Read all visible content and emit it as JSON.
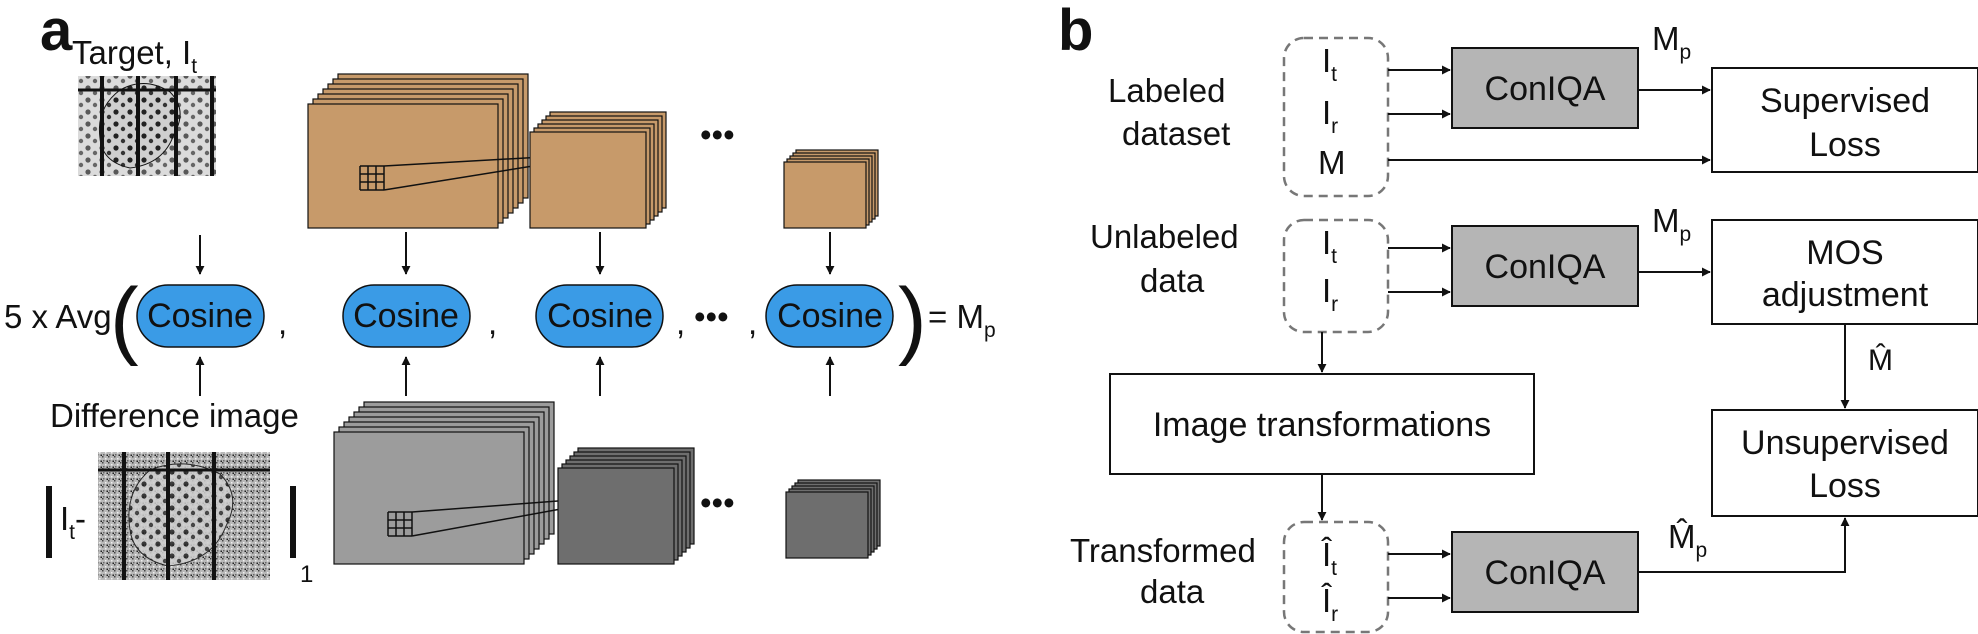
{
  "panel_a": {
    "letter": "a",
    "target_label": "Target, I",
    "target_sub": "t",
    "difference_label": "Difference image",
    "norm_left": "I",
    "norm_left_sub": "t",
    "norm_left_dash": "-",
    "norm_sub": "1",
    "avg_prefix": "5 x Avg",
    "cosine_label": "Cosine",
    "comma": ",",
    "ellipsis": "•••",
    "result_eq": "= M",
    "result_sub": "p"
  },
  "panel_b": {
    "letter": "b",
    "labeled_line1": "Labeled",
    "labeled_line2": "dataset",
    "unlabeled_line1": "Unlabeled",
    "unlabeled_line2": "data",
    "transformed_line1": "Transformed",
    "transformed_line2": "data",
    "inputs_labeled": [
      {
        "main": "I",
        "sub": "t"
      },
      {
        "main": "I",
        "sub": "r"
      },
      {
        "main": "M",
        "sub": ""
      }
    ],
    "inputs_unlabeled": [
      {
        "main": "I",
        "sub": "t"
      },
      {
        "main": "I",
        "sub": "r"
      }
    ],
    "inputs_transformed": [
      {
        "main": "Î",
        "sub": "t"
      },
      {
        "main": "Î",
        "sub": "r"
      }
    ],
    "conIQA_label": "ConIQA",
    "mp_label": "M",
    "mp_sub": "p",
    "mhat_label": "M̂",
    "mhat_p_label": "M̂",
    "supervised_loss_line1": "Supervised",
    "supervised_loss_line2": "Loss",
    "mos_line1": "MOS",
    "mos_line2": "adjustment",
    "unsupervised_loss_line1": "Unsupervised",
    "unsupervised_loss_line2": "Loss",
    "image_transformations": "Image transformations"
  },
  "colors": {
    "cosine_fill": "#3a9be6",
    "feature_fill": "#c79a6a",
    "feature_gray": "#9c9c9c",
    "feature_dark": "#6e6e6e",
    "conIQA_fill": "#b5b5b5",
    "dashed": "#777777"
  }
}
